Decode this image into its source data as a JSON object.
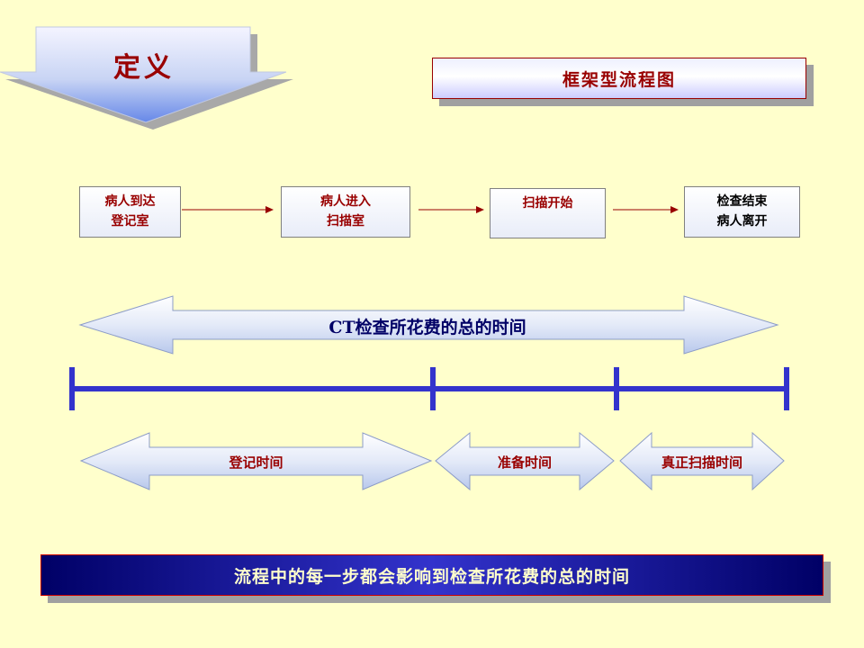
{
  "definition_label": "定义",
  "title": "框架型流程图",
  "flow_steps": [
    {
      "line1": "病人到达",
      "line2": "登记室",
      "color": "#990000"
    },
    {
      "line1": "病人进入",
      "line2": "扫描室",
      "color": "#990000"
    },
    {
      "line1": "扫描开始",
      "line2": "",
      "color": "#990000"
    },
    {
      "line1": "检查结束",
      "line2": "病人离开",
      "color": "#000000"
    }
  ],
  "total_time_label": "CT检查所花费的总的时间",
  "segments": [
    {
      "label": "登记时间"
    },
    {
      "label": "准备时间"
    },
    {
      "label": "真正扫描时间"
    }
  ],
  "footer_text": "流程中的每一步都会影响到检查所花费的总的时间",
  "colors": {
    "background": "#ffffcc",
    "accent_red": "#990000",
    "timeline_blue": "#3333cc",
    "footer_dark": "#000066"
  }
}
